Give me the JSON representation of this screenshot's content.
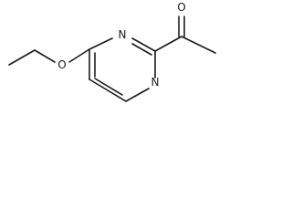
{
  "molecule": {
    "atoms": {
      "o_carbonyl": "O",
      "o_ether": "O",
      "n_upper": "N",
      "n_lower": "N"
    }
  }
}
